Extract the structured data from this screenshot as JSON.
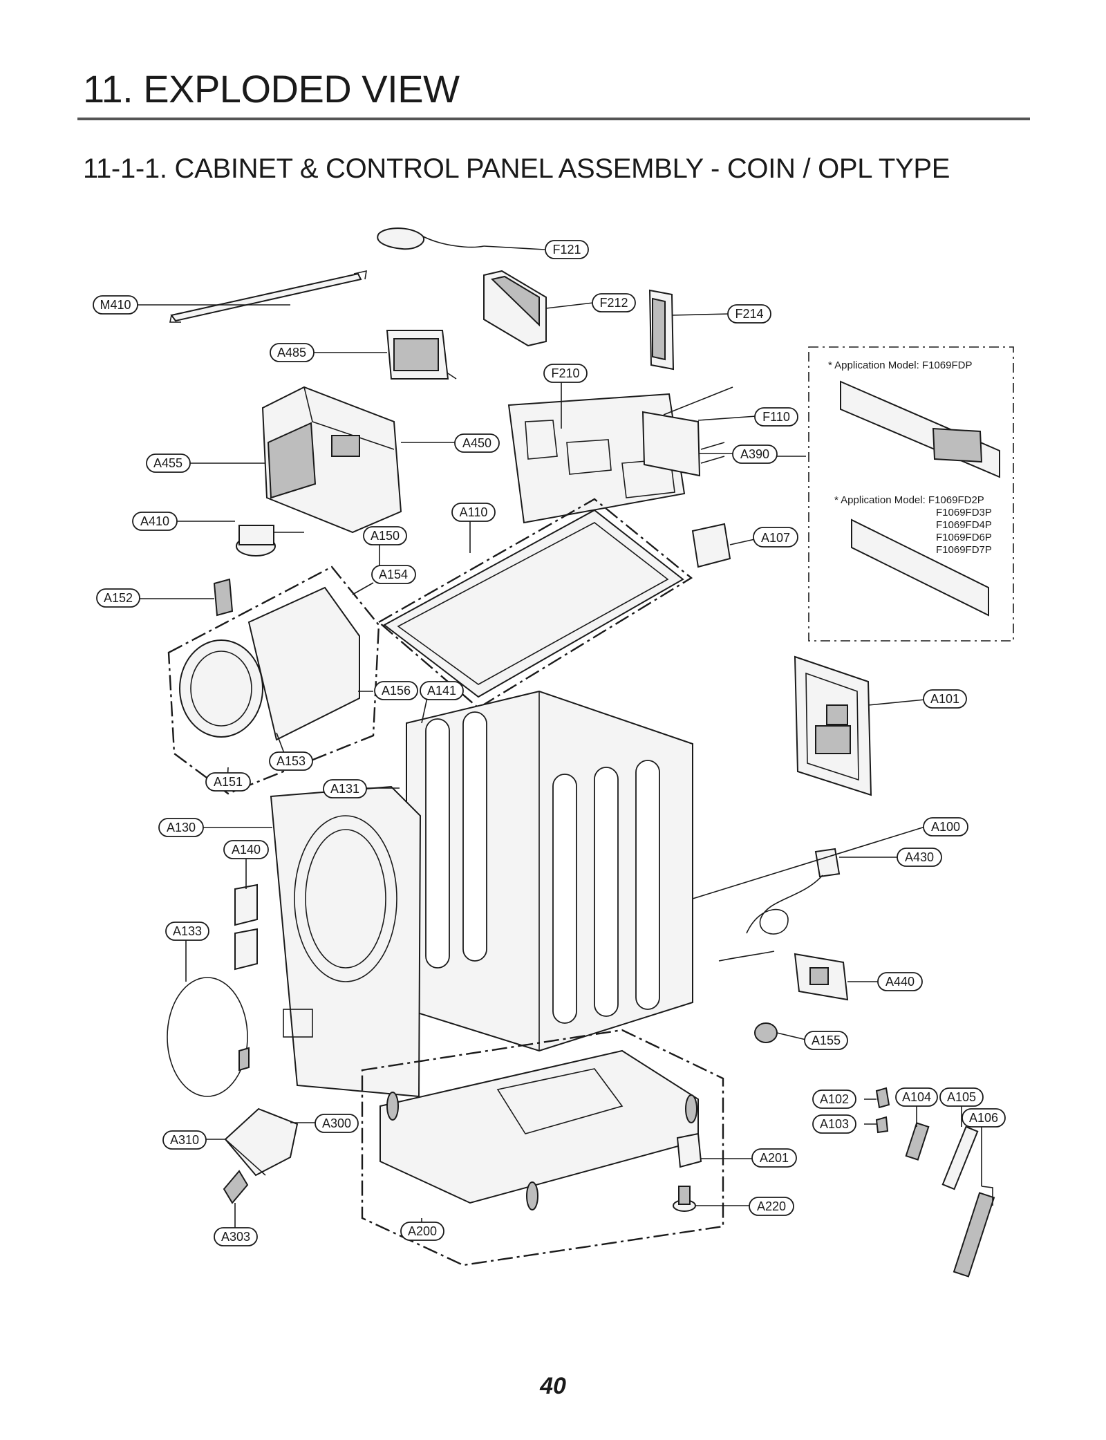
{
  "header": {
    "title": "11. EXPLODED VIEW",
    "section_title": "11-1-1. CABINET & CONTROL PANEL ASSEMBLY - COIN / OPL TYPE"
  },
  "callouts": {
    "F121": "F121",
    "M410": "M410",
    "F212": "F212",
    "F214": "F214",
    "A485": "A485",
    "F210": "F210",
    "F110": "F110",
    "A455": "A455",
    "A450": "A450",
    "A390": "A390",
    "A410": "A410",
    "A110": "A110",
    "A150": "A150",
    "A107": "A107",
    "A154": "A154",
    "A152": "A152",
    "A156": "A156",
    "A141": "A141",
    "A101": "A101",
    "A153": "A153",
    "A151": "A151",
    "A131": "A131",
    "A130": "A130",
    "A100": "A100",
    "A140": "A140",
    "A430": "A430",
    "A133": "A133",
    "A440": "A440",
    "A155": "A155",
    "A102": "A102",
    "A104": "A104",
    "A105": "A105",
    "A106": "A106",
    "A103": "A103",
    "A300": "A300",
    "A310": "A310",
    "A201": "A201",
    "A220": "A220",
    "A200": "A200",
    "A303": "A303"
  },
  "application_notes": {
    "note1_label": "* Application Model: F1069FDP",
    "note2_label": "* Application Model: F1069FD2P",
    "note2_models": [
      "F1069FD3P",
      "F1069FD4P",
      "F1069FD6P",
      "F1069FD7P"
    ]
  },
  "footer": {
    "page_number": "40"
  }
}
